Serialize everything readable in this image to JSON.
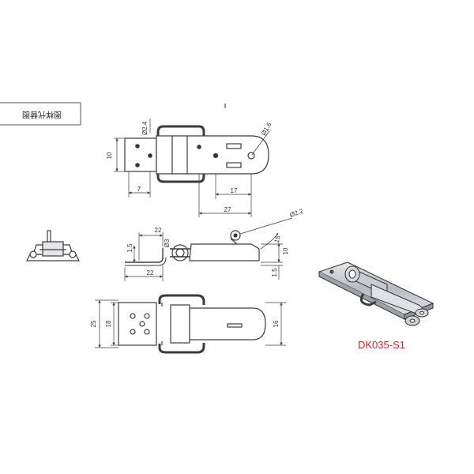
{
  "note_text": "图样代替图",
  "model": "DK035-S1",
  "dimensions": {
    "hole_dia_top": "Ø2.4",
    "height_left_top": "10",
    "width_left_top": "7",
    "slot_len": "17",
    "overall_len_top": "27",
    "hole_dia_right_top": "Ø1.6",
    "hole_dia_side": "Ø2.2",
    "angle_side": "15°",
    "height_side_right": "10",
    "thickness_side_right": "1.5",
    "hinge_dia_side": "Ø3",
    "thickness_side_left": "1.5",
    "len_side_top": "22",
    "len_side_bottom": "22",
    "plate_height_outer": "25",
    "plate_height_inner": "18",
    "right_height_bottom": "16"
  },
  "colors": {
    "line": "#3c3c3c",
    "fill": "#ffffff",
    "metal": "#b8bcc2",
    "label": "#d8262a"
  }
}
